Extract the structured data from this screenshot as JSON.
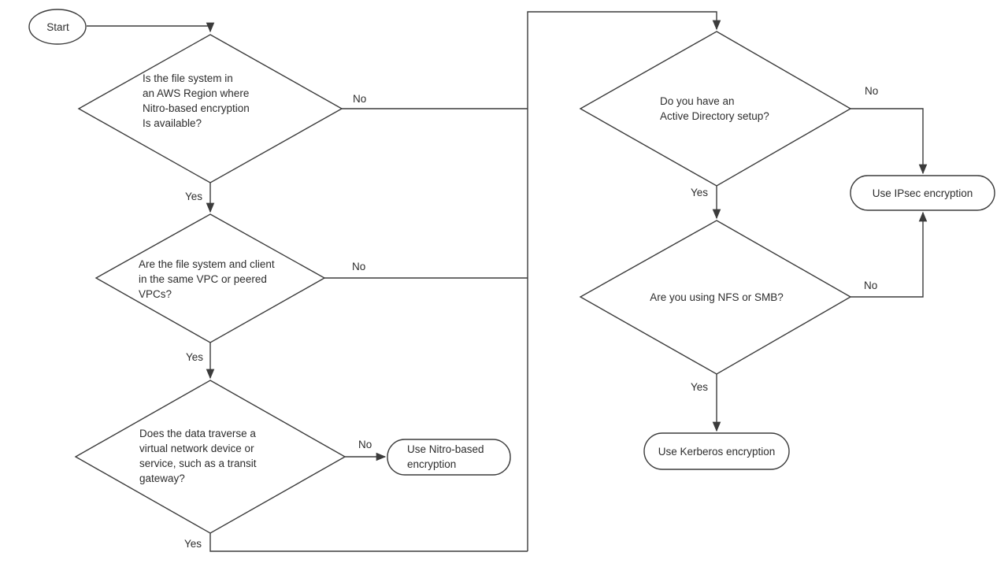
{
  "canvas": {
    "background": "#ffffff",
    "stroke_color": "#3b3b3b",
    "text_color": "#2d2d2d"
  },
  "nodes": {
    "start": {
      "type": "terminator",
      "label": "Start"
    },
    "region_question": {
      "type": "decision",
      "label": "Is the file system in\nan AWS Region where\nNitro-based encryption\nIs available?"
    },
    "vpc_question": {
      "type": "decision",
      "label": "Are the file system and client\nin the same VPC or peered\nVPCs?"
    },
    "traverse_question": {
      "type": "decision",
      "label": "Does the data traverse a\nvirtual network device or\nservice, such as a transit\ngateway?"
    },
    "ad_question": {
      "type": "decision",
      "label": "Do you have an\nActive Directory setup?"
    },
    "protocol_question": {
      "type": "decision",
      "label": "Are you using NFS or SMB?"
    },
    "nitro_result": {
      "type": "terminator",
      "label": "Use Nitro-based\nencryption"
    },
    "ipsec_result": {
      "type": "terminator",
      "label": "Use IPsec encryption"
    },
    "kerberos_result": {
      "type": "terminator",
      "label": "Use Kerberos encryption"
    }
  },
  "edge_labels": {
    "region_no": "No",
    "region_yes": "Yes",
    "vpc_no": "No",
    "vpc_yes": "Yes",
    "traverse_no": "No",
    "traverse_yes": "Yes",
    "ad_no": "No",
    "ad_yes": "Yes",
    "protocol_no": "No",
    "protocol_yes": "Yes"
  }
}
